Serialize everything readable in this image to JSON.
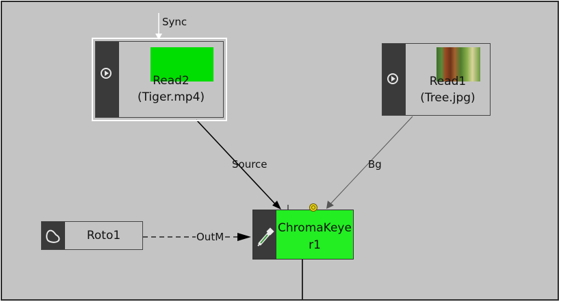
{
  "nodes": {
    "read2": {
      "name": "Read2",
      "file": "(Tiger.mp4)",
      "thumb_color": "#00dd00"
    },
    "read1": {
      "name": "Read1",
      "file": "(Tree.jpg)"
    },
    "roto1": {
      "name": "Roto1"
    },
    "chroma": {
      "name_line1": "ChromaKeye",
      "name_line2": "r1",
      "body_color": "#22ee22"
    }
  },
  "links": {
    "sync": "Sync",
    "source": "Source",
    "bg": "Bg",
    "outm": "OutM"
  },
  "icons": {
    "play": "play-circle-icon",
    "roto": "roto-shape-icon",
    "eyedropper": "eyedropper-icon",
    "tree": "tree-thumbnail"
  }
}
